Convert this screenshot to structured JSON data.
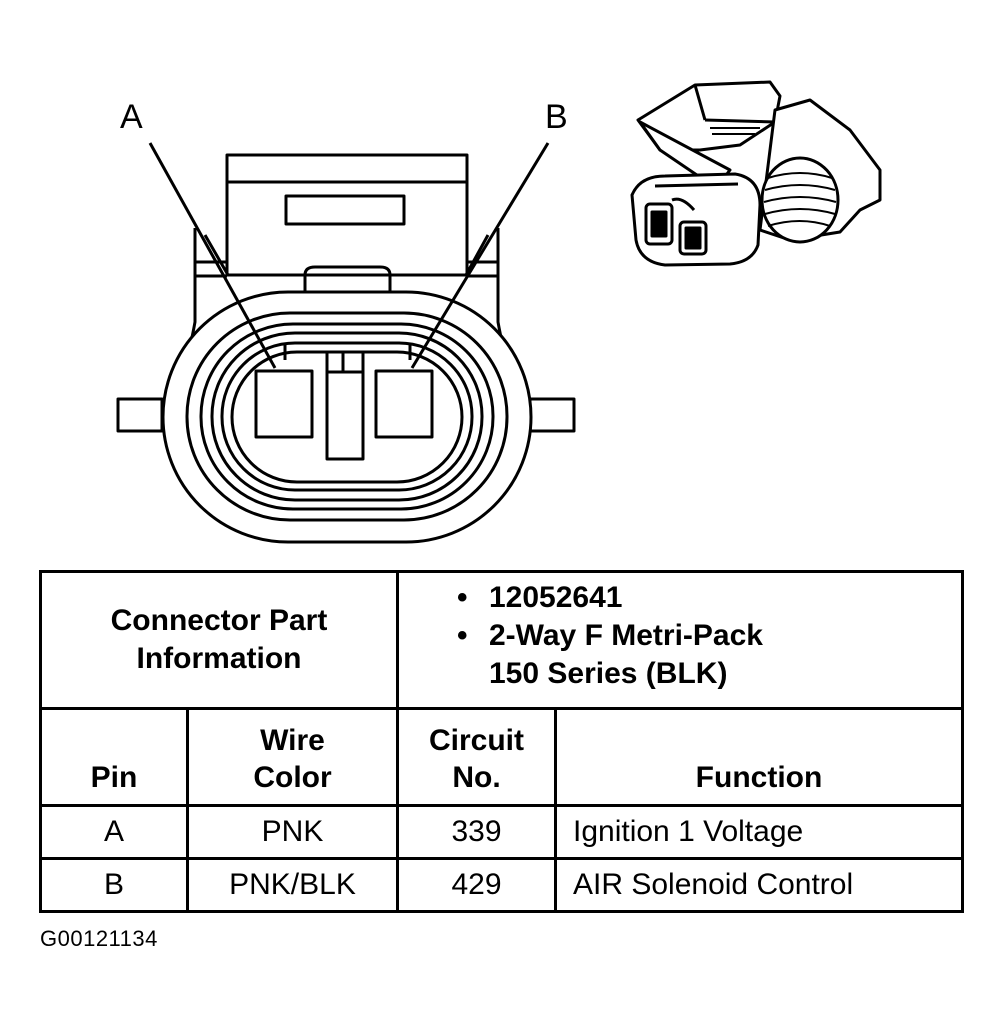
{
  "diagram": {
    "pin_labels": {
      "a": "A",
      "b": "B"
    }
  },
  "table": {
    "part_info_header": "Connector Part Information",
    "part_info": [
      "12052641",
      "2-Way F Metri-Pack 150 Series (BLK)"
    ],
    "columns": {
      "pin": "Pin",
      "wire_color": "Wire Color",
      "circuit": "Circuit No.",
      "function": "Function"
    },
    "rows": [
      {
        "pin": "A",
        "wire_color": "PNK",
        "circuit": "339",
        "function": "Ignition 1 Voltage"
      },
      {
        "pin": "B",
        "wire_color": "PNK/BLK",
        "circuit": "429",
        "function": "AIR Solenoid Control"
      }
    ]
  },
  "figure_id": "G00121134"
}
